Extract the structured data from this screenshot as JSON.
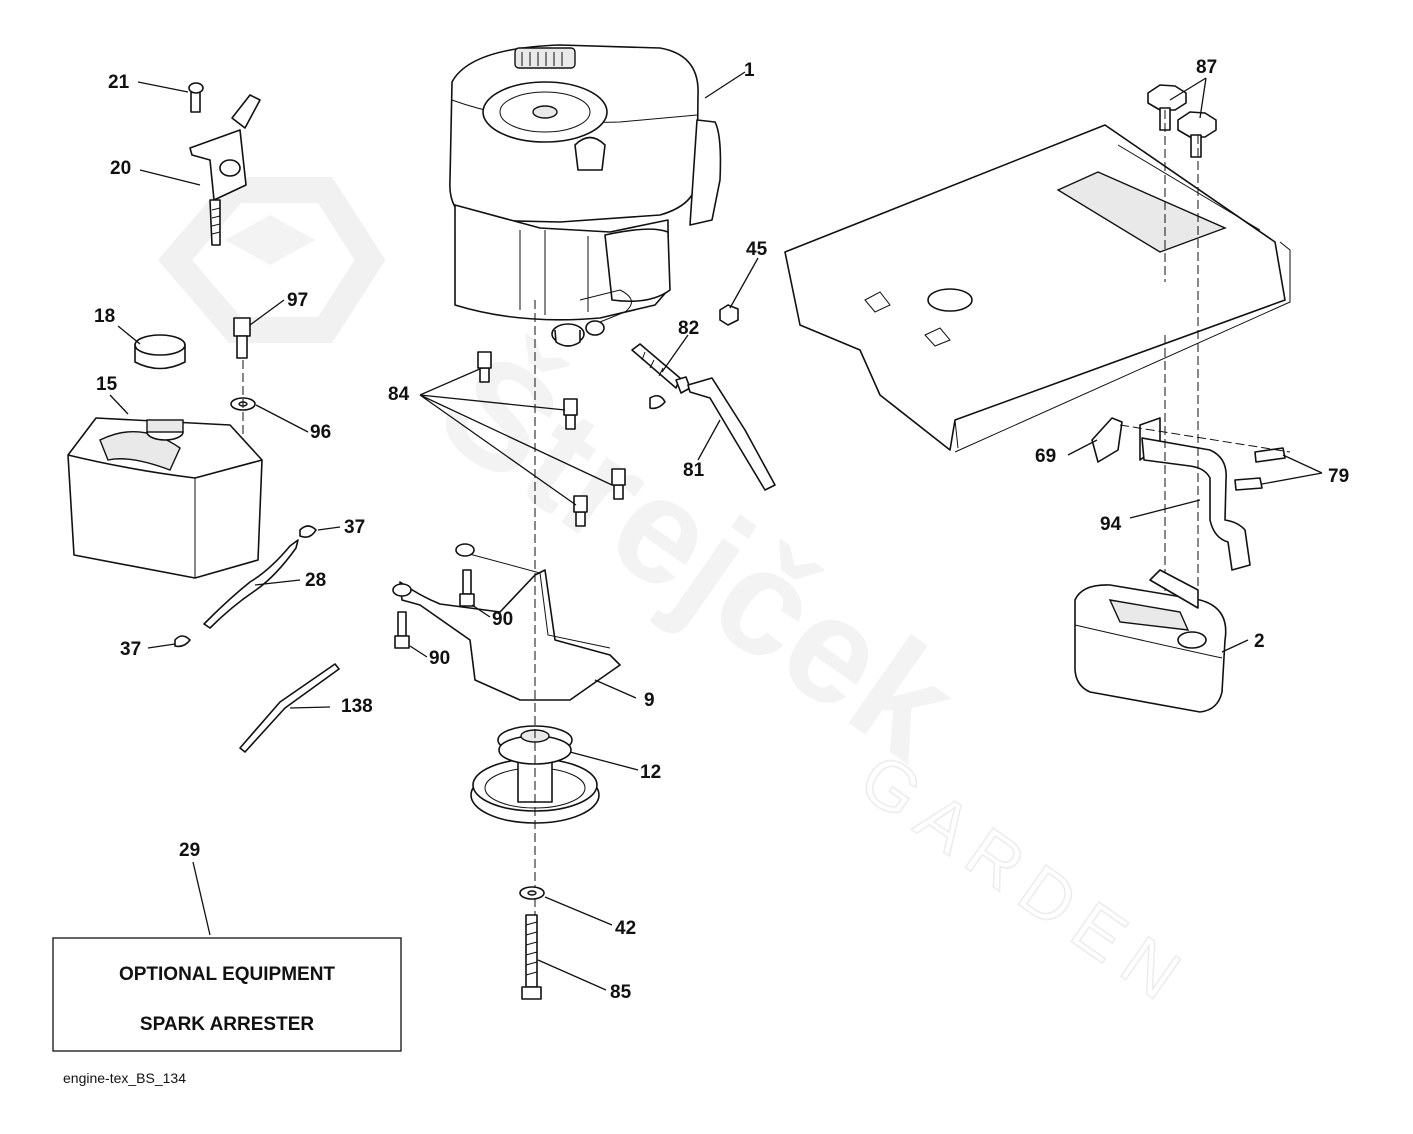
{
  "watermark": {
    "brand": "Štrejček",
    "sub": "GARDEN"
  },
  "labels": {
    "p1": "1",
    "p2": "2",
    "p9": "9",
    "p12": "12",
    "p15": "15",
    "p18": "18",
    "p20": "20",
    "p21": "21",
    "p28": "28",
    "p29": "29",
    "p37a": "37",
    "p37b": "37",
    "p42": "42",
    "p45": "45",
    "p69": "69",
    "p79": "79",
    "p81": "81",
    "p82": "82",
    "p84": "84",
    "p85": "85",
    "p87": "87",
    "p90a": "90",
    "p90b": "90",
    "p94": "94",
    "p96": "96",
    "p97": "97",
    "p138": "138"
  },
  "optional_box": {
    "line1": "OPTIONAL EQUIPMENT",
    "line2": "SPARK ARRESTER"
  },
  "footer": "engine-tex_BS_134"
}
